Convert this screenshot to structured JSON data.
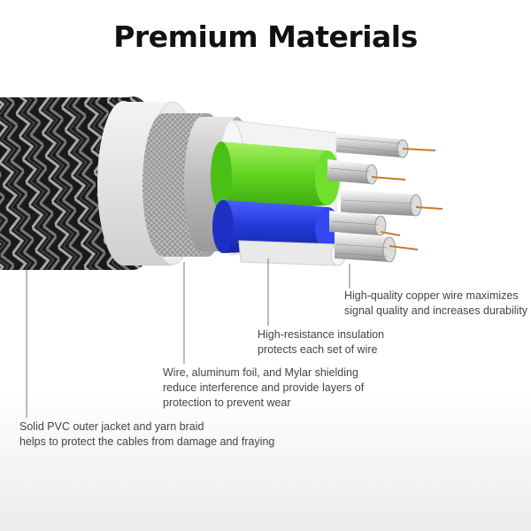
{
  "title": "Premium Materials",
  "callouts": [
    {
      "lines": [
        "High-quality copper wire maximizes",
        "signal quality and increases durability"
      ]
    },
    {
      "lines": [
        "High-resistance insulation",
        "protects each set of wire"
      ]
    },
    {
      "lines": [
        "Wire, aluminum foil, and Mylar shielding",
        "reduce interference and provide layers of",
        "protection to prevent wear"
      ]
    },
    {
      "lines": [
        "Solid PVC outer jacket and yarn braid",
        "helps to protect the cables from damage and fraying"
      ]
    }
  ],
  "colors": {
    "braid_dark": "#1a1a1a",
    "braid_light": "#9a9a9a",
    "shield_silver": "#c8c8c8",
    "insulation_green": "#5fd21f",
    "insulation_blue": "#2338d8",
    "copper": "#c8782a"
  }
}
